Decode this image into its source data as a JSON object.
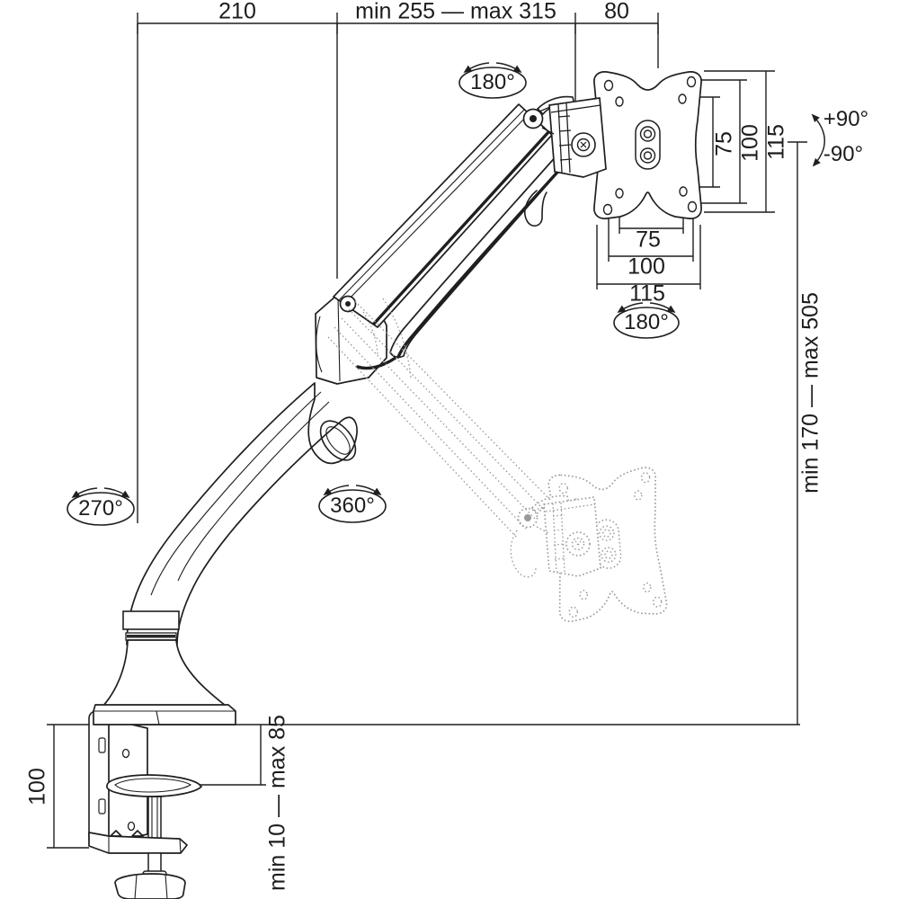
{
  "colors": {
    "background": "#ffffff",
    "line": "#1f1f1f",
    "ghost": "#9a9a9a"
  },
  "dims": {
    "top_left_segment": "210",
    "top_middle_segment": "min 255 — max 315",
    "top_right_segment": "80",
    "vesa_vertical_75": "75",
    "vesa_vertical_100": "100",
    "vesa_vertical_115": "115",
    "vesa_horizontal_75": "75",
    "vesa_horizontal_100": "100",
    "vesa_horizontal_115": "115",
    "height_range": "min 170 — max 505",
    "clamp_height": "100",
    "desk_thickness": "min 10 — max 85"
  },
  "rotations": {
    "top_joint_swivel": "180°",
    "vesa_rotation": "180°",
    "tilt_up": "+90°",
    "tilt_down": "-90°",
    "base_swivel": "270°",
    "arm_swivel": "360°"
  }
}
